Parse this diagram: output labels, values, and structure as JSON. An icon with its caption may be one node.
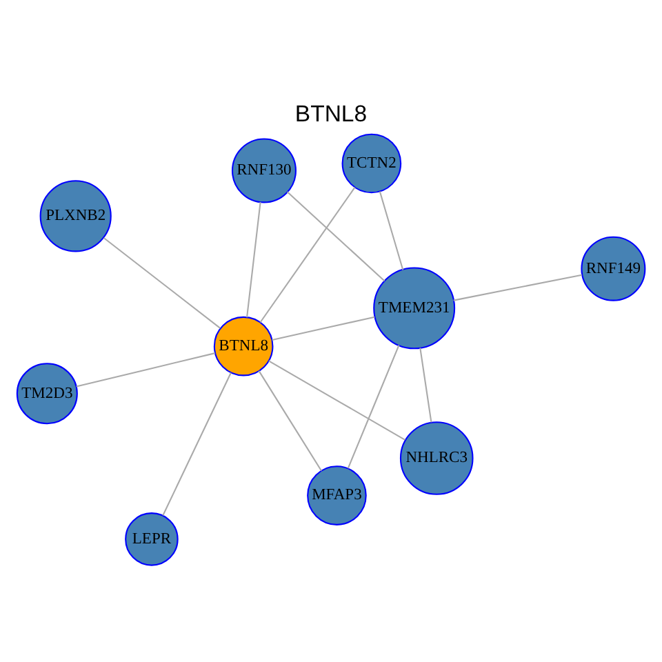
{
  "diagram": {
    "title": "BTNL8",
    "nodes": [
      {
        "text": [
          "PLXNB2"
        ]
      },
      {
        "text": [
          "TCTN2"
        ]
      },
      {
        "text": [
          "LEPR"
        ]
      },
      {
        "text": [
          "RNF130"
        ]
      },
      {
        "text": [
          "BTNL8"
        ]
      },
      {
        "text": [
          "TMEM231"
        ]
      },
      {
        "text": [
          "TM2D3"
        ]
      },
      {
        "text": [
          "RNF149"
        ]
      },
      {
        "text": [
          "MFAP3"
        ]
      },
      {
        "text": [
          "NHLRC3"
        ]
      }
    ],
    "edges": [
      {
        "from": 4,
        "to": 0,
        "arrow": "none"
      },
      {
        "from": 4,
        "to": 1,
        "arrow": "none"
      },
      {
        "from": 4,
        "to": 2,
        "arrow": "none"
      },
      {
        "from": 4,
        "to": 3,
        "arrow": "none"
      },
      {
        "from": 4,
        "to": 5,
        "arrow": "none"
      },
      {
        "from": 4,
        "to": 6,
        "arrow": "none"
      },
      {
        "from": 4,
        "to": 8,
        "arrow": "none"
      },
      {
        "from": 4,
        "to": 9,
        "arrow": "none"
      },
      {
        "from": 5,
        "to": 1,
        "arrow": "none"
      },
      {
        "from": 5,
        "to": 3,
        "arrow": "none"
      },
      {
        "from": 5,
        "to": 7,
        "arrow": "none"
      },
      {
        "from": 5,
        "to": 8,
        "arrow": "none"
      },
      {
        "from": 5,
        "to": 9,
        "arrow": "none"
      }
    ]
  }
}
